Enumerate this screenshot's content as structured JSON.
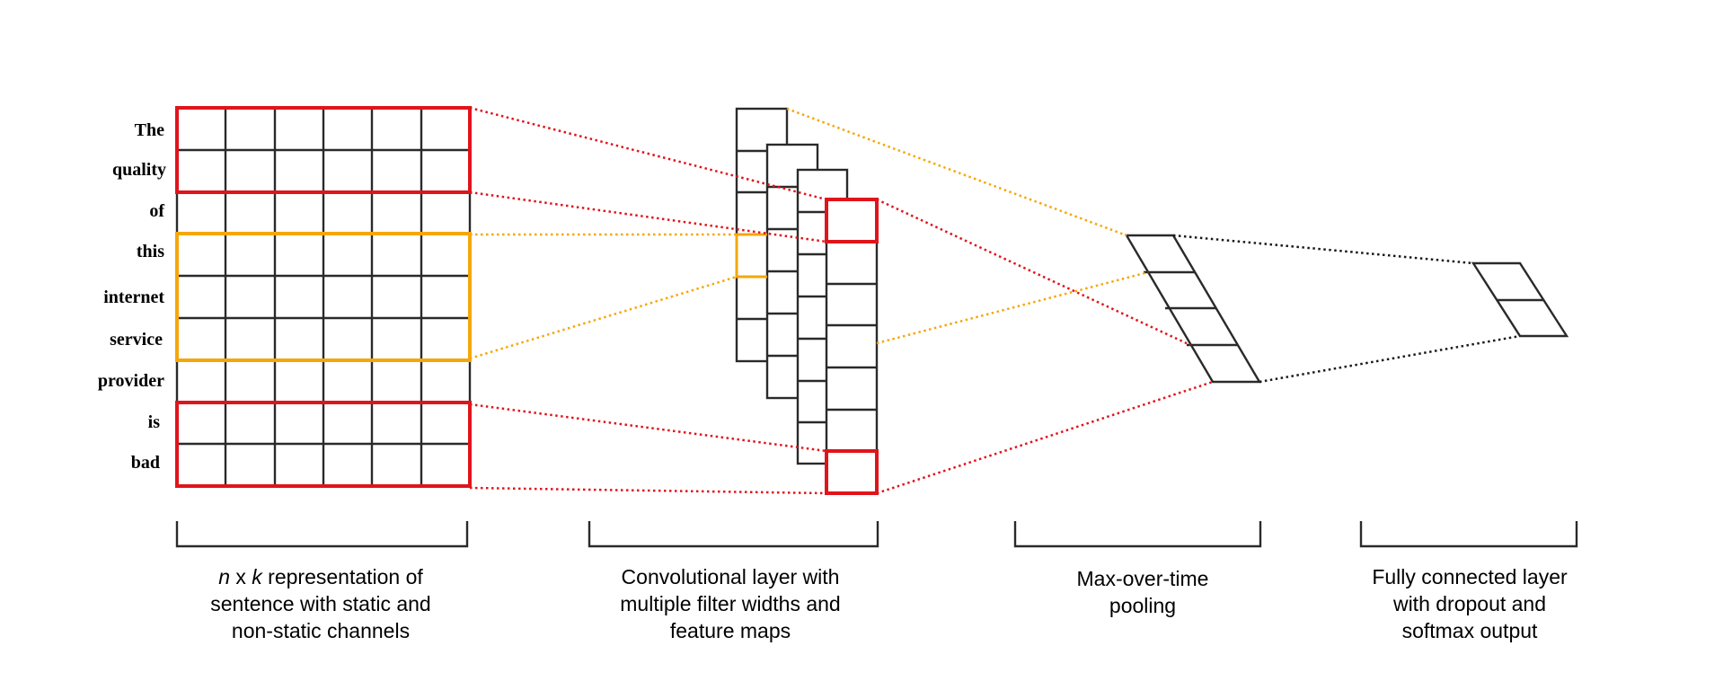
{
  "words": [
    "The",
    "quality",
    "of",
    "this",
    "internet",
    "service",
    "provider",
    "is",
    "bad"
  ],
  "captions": {
    "representation": {
      "n": "n",
      "x": " x ",
      "k": "k",
      "line1_rest": " representation of",
      "line2": "sentence with static and",
      "line3": "non-static channels"
    },
    "convolution": {
      "line1": "Convolutional layer with",
      "line2": "multiple filter widths and",
      "line3": "feature maps"
    },
    "pooling": {
      "line1": "Max-over-time",
      "line2": "pooling"
    },
    "output": {
      "line1": "Fully connected layer",
      "line2": "with dropout and",
      "line3": "softmax output"
    }
  },
  "colors": {
    "filter_red": "#e0141b",
    "filter_orange": "#f5a70a",
    "connector_black": "#1a1a1a",
    "grid": "#2a2a2a"
  }
}
